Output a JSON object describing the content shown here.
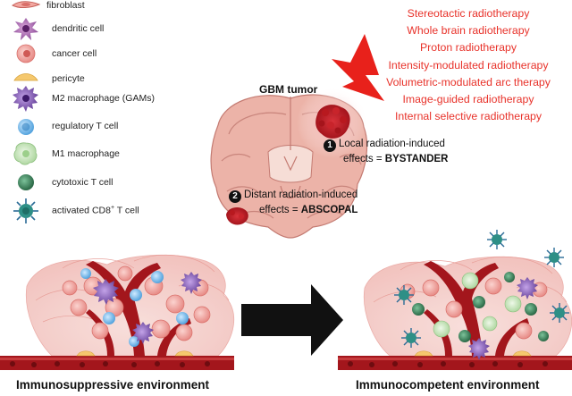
{
  "legend": [
    {
      "key": "fibroblast",
      "label": "fibroblast"
    },
    {
      "key": "dendritic",
      "label": "dendritic cell"
    },
    {
      "key": "cancer",
      "label": "cancer cell"
    },
    {
      "key": "pericyte",
      "label": "pericyte"
    },
    {
      "key": "m2",
      "label": "M2 macrophage (GAMs)"
    },
    {
      "key": "treg",
      "label": "regulatory T cell"
    },
    {
      "key": "m1",
      "label": "M1 macrophage"
    },
    {
      "key": "ctl",
      "label": "cytotoxic T cell"
    },
    {
      "key": "cd8",
      "label_main": "activated CD8",
      "label_sup": "+",
      "label_tail": " T cell"
    }
  ],
  "therapies": [
    "Stereotactic radiotherapy",
    "Whole brain radiotherapy",
    "Proton radiotherapy",
    "Intensity-modulated radiotherapy",
    "Volumetric-modulated arc therapy",
    "Image-guided radiotherapy",
    "Internal selective radiotherapy"
  ],
  "brain": {
    "title": "GBM tumor",
    "local": {
      "num": "1",
      "line1": "Local radiation-induced",
      "line2_pre": "effects = ",
      "line2_bold": "BYSTANDER"
    },
    "distant": {
      "num": "2",
      "line1": "Distant radiation-induced",
      "line2_pre": "effects = ",
      "line2_bold": "ABSCOPAL"
    }
  },
  "environments": {
    "left": "Immunosuppressive environment",
    "right": "Immunocompetent environment"
  },
  "colors": {
    "therapy_text": "#e8322a",
    "vessel": "#a3161c",
    "cancer": "#f0a09c",
    "m2": "#6b3fa0",
    "treg": "#5aaee6",
    "m1": "#bfe0b5",
    "ctl": "#2f7a4e",
    "cd8": "#2e8f86"
  }
}
